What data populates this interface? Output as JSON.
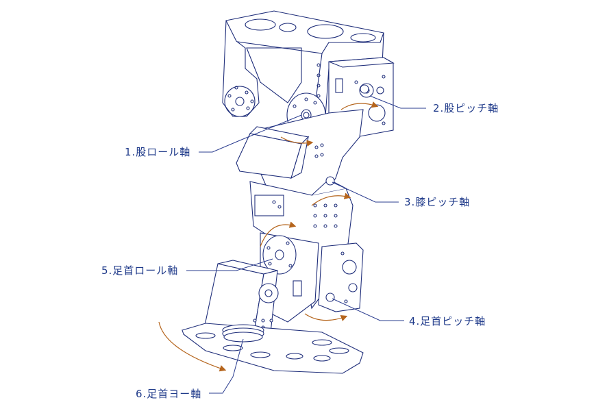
{
  "colors": {
    "line": "#1f2e7a",
    "leader": "#2a3c8f",
    "rotation_arrow": "#b5651d",
    "label_text": "#1f3a8a",
    "background": "#ffffff"
  },
  "labels": {
    "hip_pitch": "2.股ピッチ軸",
    "hip_roll": "1.股ロール軸",
    "knee_pitch": "3.膝ピッチ軸",
    "ankle_roll": "5.足首ロール軸",
    "ankle_pitch": "4.足首ピッチ軸",
    "ankle_yaw": "6.足首ヨー軸"
  }
}
